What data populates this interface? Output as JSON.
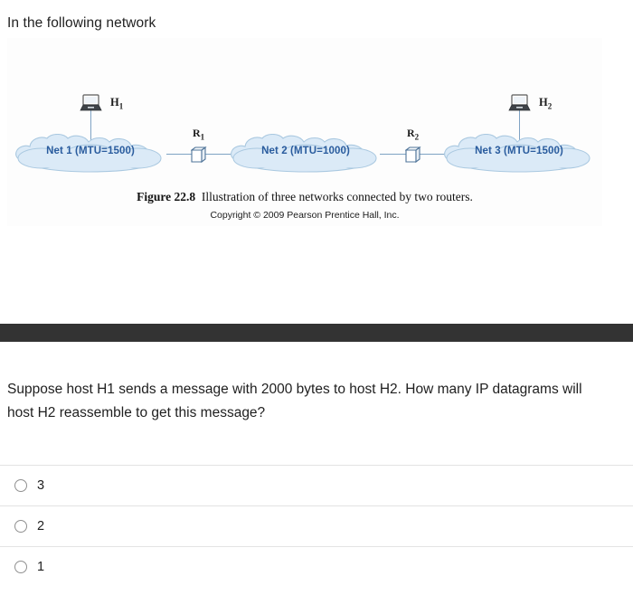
{
  "prompt": "In the following network",
  "figure": {
    "caption_number": "Figure 22.8",
    "caption_text": "Illustration of three networks connected by two routers.",
    "copyright": "Copyright © 2009 Pearson Prentice Hall, Inc.",
    "colors": {
      "cloud_fill": "#dbeaf7",
      "cloud_stroke": "#a9c8e0",
      "cloud_text": "#2a5c9e",
      "link": "#7fa3c4",
      "router_stroke": "#5a7fa8"
    },
    "networks": [
      {
        "id": "net-1",
        "label": "Net 1 (MTU=1500)",
        "mtu": 1500
      },
      {
        "id": "net-2",
        "label": "Net 2 (MTU=1000)",
        "mtu": 1000
      },
      {
        "id": "net-3",
        "label": "Net 3 (MTU=1500)",
        "mtu": 1500
      }
    ],
    "routers": [
      {
        "id": "r1",
        "label": "R",
        "subscript": "1"
      },
      {
        "id": "r2",
        "label": "R",
        "subscript": "2"
      }
    ],
    "hosts": [
      {
        "id": "h1",
        "label": "H",
        "subscript": "1"
      },
      {
        "id": "h2",
        "label": "H",
        "subscript": "2"
      }
    ]
  },
  "question": {
    "text": "Suppose host H1 sends a message with 2000 bytes to host H2. How many IP datagrams will host H2 reassemble to get this message?"
  },
  "options": [
    {
      "value": "3",
      "selected": false
    },
    {
      "value": "2",
      "selected": false
    },
    {
      "value": "1",
      "selected": false
    }
  ]
}
